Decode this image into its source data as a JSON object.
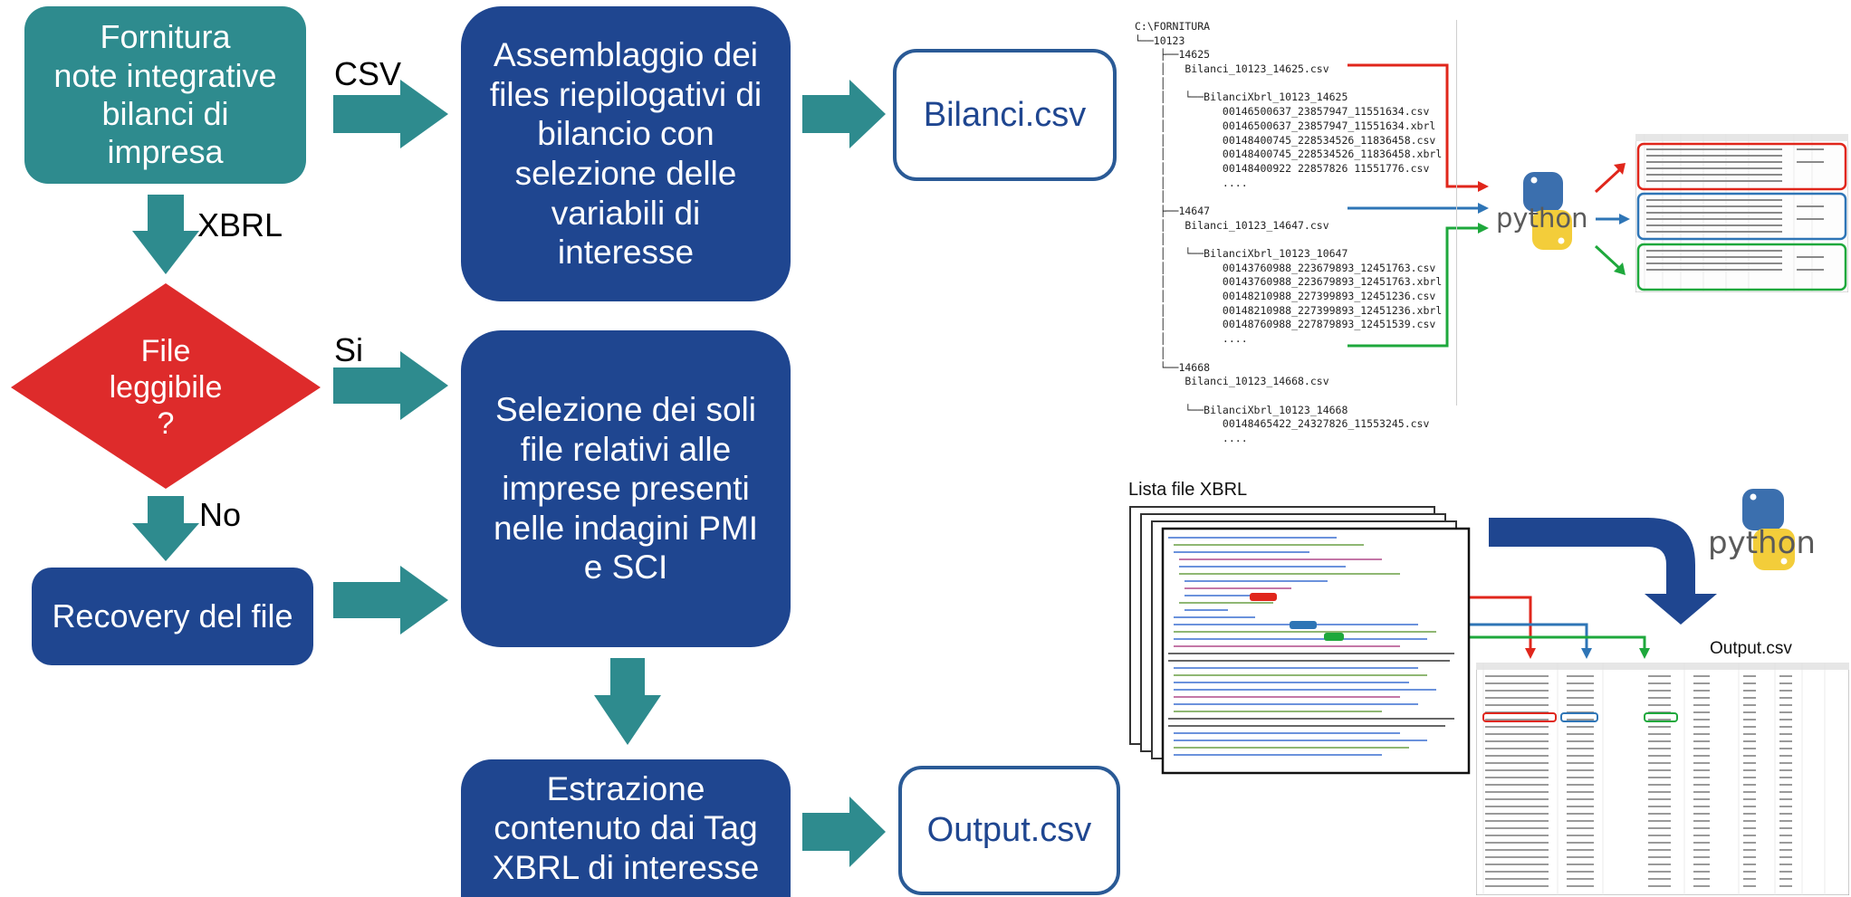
{
  "flow": {
    "fornitura": "Fornitura\nnote integrative\nbilanci di\nimpresa",
    "file_leggibile": "File\nleggibile\n?",
    "recovery": "Recovery del file",
    "assemblaggio": "Assemblaggio dei\nfiles riepilogativi di\nbilancio con\nselezione delle\nvariabili di\ninteresse",
    "selezione": "Selezione dei soli\nfile relativi alle\nimprese presenti\nnelle indagini PMI\ne SCI",
    "estrazione": "Estrazione\ncontenuto dai Tag\nXBRL di interesse",
    "bilanci_out": "Bilanci.csv",
    "output_out": "Output.csv",
    "label_csv": "CSV",
    "label_xbrl": "XBRL",
    "label_si": "Si",
    "label_no": "No"
  },
  "tree": {
    "lines": [
      "C:\\FORNITURA",
      "└──10123",
      "    ├──14625",
      "    │   Bilanci_10123_14625.csv",
      "    │",
      "    │   └──BilanciXbrl_10123_14625",
      "    │         00146500637_23857947_11551634.csv",
      "    │         00146500637_23857947_11551634.xbrl",
      "    │         00148400745_228534526_11836458.csv",
      "    │         00148400745_228534526_11836458.xbrl",
      "    │         00148400922 22857826 11551776.csv",
      "    │         ....",
      "    │",
      "    ├──14647",
      "    │   Bilanci_10123_14647.csv",
      "    │",
      "    │   └──BilanciXbrl_10123_10647",
      "    │         00143760988_223679893_12451763.csv",
      "    │         00143760988_223679893_12451763.xbrl",
      "    │         00148210988_227399893_12451236.csv",
      "    │         00148210988_227399893_12451236.xbrl",
      "    │         00148760988_227879893_12451539.csv",
      "    │         ....",
      "    │",
      "    └──14668",
      "        Bilanci_10123_14668.csv",
      "",
      "        └──BilanciXbrl_10123_14668",
      "              00148465422_24327826_11553245.csv",
      "              ...."
    ]
  },
  "lista_xbrl_label": "Lista file XBRL",
  "output_csv_label": "Output.csv",
  "python_text": "python",
  "colors": {
    "teal": "#2e8b8e",
    "navy": "#1f4690",
    "red_diamond": "#de2b2b",
    "arrow_red": "#e0261b",
    "arrow_blue": "#2e75b6",
    "arrow_green": "#1ea83c"
  }
}
